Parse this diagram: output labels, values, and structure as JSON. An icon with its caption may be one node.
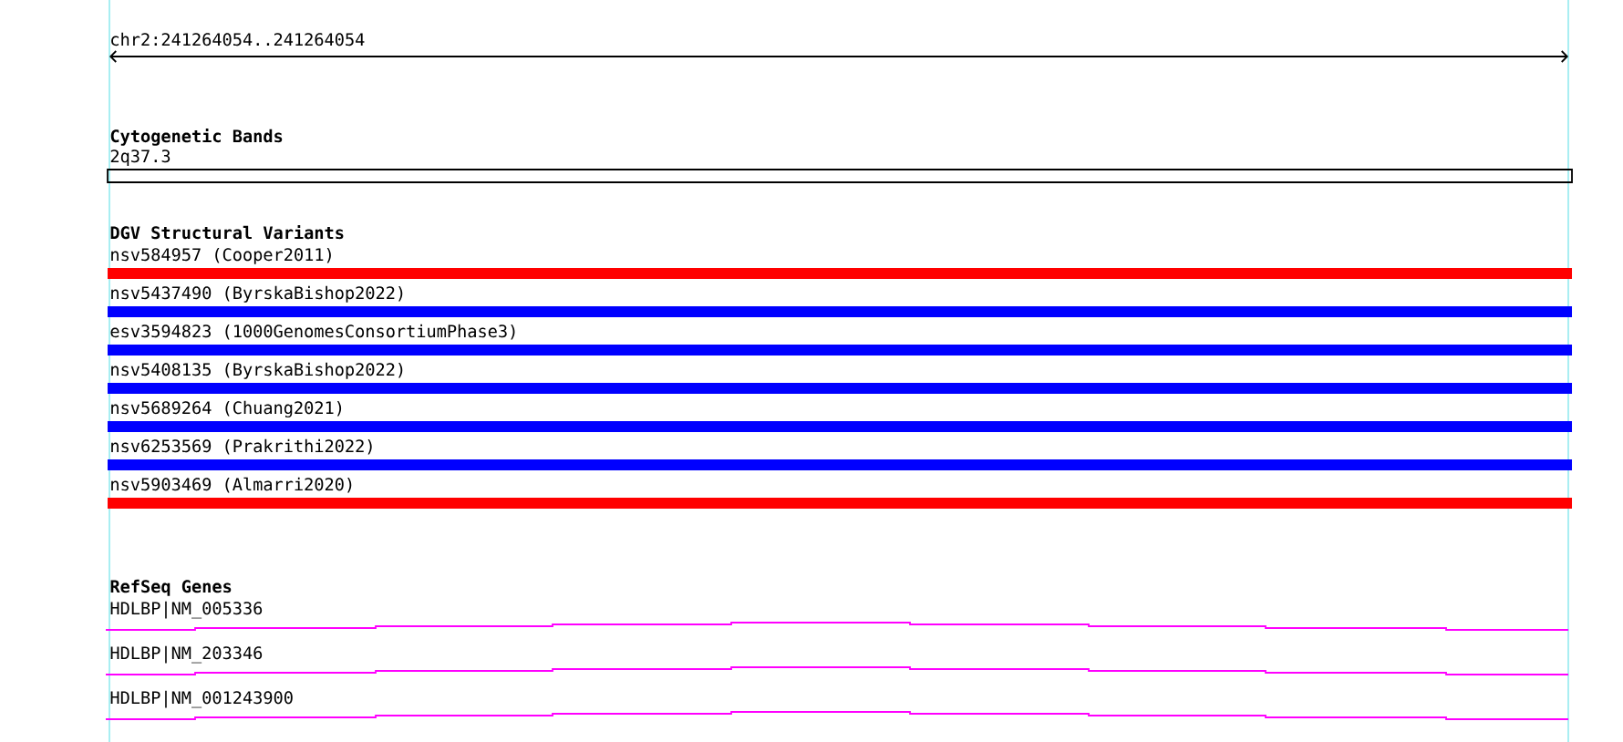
{
  "diagram": {
    "nodes": [
      {
        "text": [
          "2q37.3"
        ]
      },
      {
        "text": [
          "nsv584957 (Cooper2011)"
        ]
      },
      {
        "text": [
          "nsv5437490 (ByrskaBishop2022)"
        ]
      },
      {
        "text": [
          "esv3594823 (1000GenomesConsortiumPhase3)"
        ]
      },
      {
        "text": [
          "nsv5408135 (ByrskaBishop2022)"
        ]
      },
      {
        "text": [
          "nsv5689264 (Chuang2021)"
        ]
      },
      {
        "text": [
          "nsv6253569 (Prakrithi2022)"
        ]
      },
      {
        "text": [
          "nsv5903469 (Almarri2020)"
        ]
      },
      {
        "text": [
          "HDLBP|NM_005336"
        ]
      },
      {
        "text": [
          "HDLBP|NM_203346"
        ]
      },
      {
        "text": [
          "HDLBP|NM_001243900"
        ]
      }
    ],
    "labels": [
      "chr2:241264054..241264054",
      "Cytogenetic Bands",
      "DGV Structural Variants",
      "RefSeq Genes"
    ]
  }
}
